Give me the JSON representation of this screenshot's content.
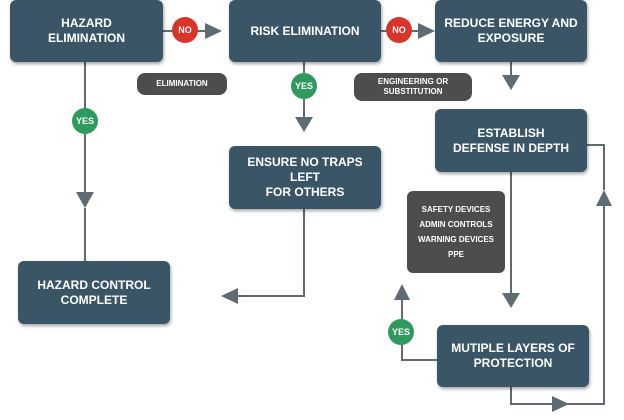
{
  "colors": {
    "box": "#3a5666",
    "connector": "#5e6b73",
    "no_badge": "#d8342a",
    "yes_badge": "#2f9a5e",
    "pill": "#4d4d4d"
  },
  "boxes": {
    "hazard_elimination": "HAZARD\nELIMINATION",
    "risk_elimination": "RISK ELIMINATION",
    "reduce_energy": "REDUCE ENERGY AND\nEXPOSURE",
    "establish_defense": "ESTABLISH\nDEFENSE IN DEPTH",
    "ensure_no_traps": "ENSURE NO TRAPS LEFT\nFOR OTHERS",
    "hazard_control_complete": "HAZARD CONTROL\nCOMPLETE",
    "multiple_layers": "MUTIPLE LAYERS OF\nPROTECTION"
  },
  "notes": {
    "elimination": "ELIMINATION",
    "engineering": "ENGINEERING OR\nSUBSTITUTION"
  },
  "controls_list": [
    "SAFETY DEVICES",
    "ADMIN CONTROLS",
    "WARNING DEVICES",
    "PPE"
  ],
  "badges": {
    "no": "NO",
    "yes": "YES"
  }
}
